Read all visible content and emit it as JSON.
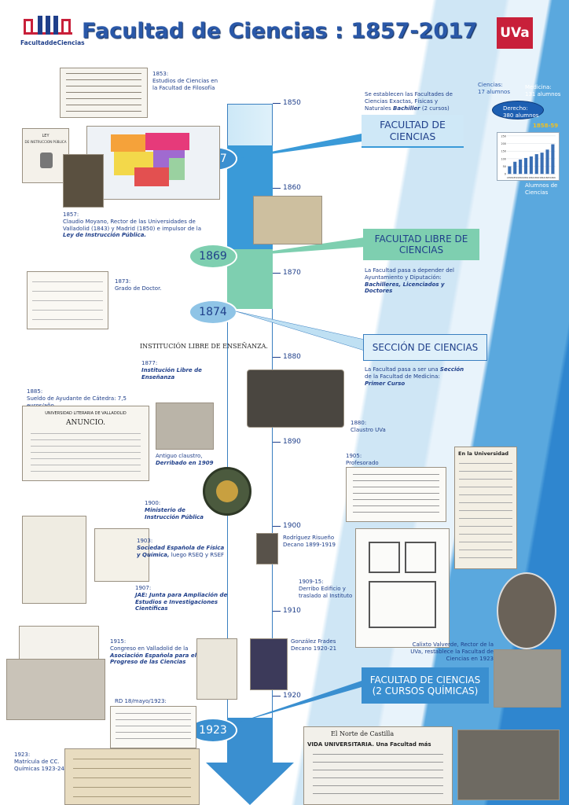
{
  "header": {
    "logo_text": "FacultaddeCiencias",
    "title": "Facultad de Ciencias : 1857-2017",
    "uva_logo": "UVa"
  },
  "timeline": {
    "years": [
      "1850",
      "1860",
      "1870",
      "1880",
      "1890",
      "1900",
      "1910",
      "1920"
    ],
    "milestones": [
      "1857",
      "1869",
      "1874",
      "1923"
    ]
  },
  "boxes": {
    "facultad_ciencias": "FACULTAD DE CIENCIAS",
    "facultad_libre": "FACULTAD LIBRE DE CIENCIAS",
    "seccion": "SECCIÓN DE CIENCIAS",
    "facultad_quimicas_1": "FACULTAD DE CIENCIAS",
    "facultad_quimicas_2": "(2 CURSOS QUÍMICAS)"
  },
  "stats": {
    "ciencias_label": "Ciencias:",
    "ciencias_value": "17 alumnos",
    "medicina_label": "Medicina:",
    "medicina_value": "131 alumnos",
    "derecho_label": "Derecho:",
    "derecho_value": "380 alumnos",
    "period": "1858-59",
    "chart_caption_1": "Alumnos de",
    "chart_caption_2": "Ciencias"
  },
  "chart_data": {
    "type": "bar",
    "categories": [
      "1858",
      "1859",
      "1860",
      "1861",
      "1862",
      "1863",
      "1864",
      "1865",
      "1866"
    ],
    "values": [
      50,
      80,
      95,
      105,
      115,
      130,
      140,
      160,
      195
    ],
    "ylim": [
      0,
      250
    ],
    "ytick_labels": [
      "0",
      "50",
      "100",
      "150",
      "200",
      "250"
    ]
  },
  "events": {
    "e1853_year": "1853:",
    "e1853_text": "Estudios de Ciencias en la Facultad de Filosofía",
    "e1850_right_1": "Se establecen las Facultades de Ciencias Exactas, Físicas y Naturales",
    "e1850_right_2": "Bachiller",
    "e1850_right_3": "(2 cursos)",
    "e1857_year": "1857:",
    "e1857_text_1": "Claudio Moyano, Rector de las Universidades de Valladolid (1843) y Madrid (1850) e impulsor de la",
    "e1857_text_2": "Ley de Instrucción Pública.",
    "e1869_right_1": "La Facultad pasa a depender del Ayuntamiento y Diputación:",
    "e1869_right_2": "Bachilleres, Licenciados y Doctores",
    "e1873_year": "1873:",
    "e1873_text": "Grado de Doctor.",
    "e1877_year": "1877:",
    "e1877_text": "Institución Libre de Enseñanza",
    "ile_heading": "INSTITUCIÓN LIBRE DE ENSEÑANZA.",
    "e1874_right_1": "La Facultad pasa a ser una",
    "e1874_right_2": "Sección",
    "e1874_right_3": "de la Facultad de Medicina:",
    "e1874_right_4": "Primer Curso",
    "e1880_text": "1880:",
    "e1880_text_2": "Claustro UVa",
    "e1885_year": "1885:",
    "e1885_text": "Sueldo de Ayudante de Cátedra: 7,5 euros/año",
    "anuncio_heading": "UNIVERSIDAD LITERARIA DE VALLADOLID",
    "anuncio_word": "ANUNCIO.",
    "claustro_1": "Antiguo claustro,",
    "claustro_2": "Derribado en 1909",
    "e1900_year": "1900:",
    "e1900_text": "Ministerio de Instrucción Pública",
    "e1903_year": "1903:",
    "e1903_text_1": "Sociedad Española de Física y Química,",
    "e1903_text_2": "luego RSEQ y RSEF",
    "e1905_year": "1905:",
    "e1905_text": "Profesorado",
    "rodriguez_1": "Rodríguez Risueño",
    "rodriguez_2": "Decano 1899-1919",
    "e1909_year": "1909-15:",
    "e1909_text": "Derribo Edificio y traslado al Instituto",
    "e1907_year": "1907:",
    "e1907_text": "JAE: Junta para Ampliación de Estudios e Investigaciones Científicas",
    "e1915_year": "1915:",
    "e1915_text_1": "Congreso en Valladolid de la",
    "e1915_text_2": "Asociación Española para el Progreso de las Ciencias",
    "gonzalez_1": "González Frades",
    "gonzalez_2": "Decano 1920-21",
    "calixto": "Calixto Valverde, Rector de la UVa, restablece la Facultad de Ciencias en 1923",
    "rd": "RD 18/mayo/1923:",
    "e1923_year": "1923:",
    "e1923_text": "Matrícula de CC. Químicas 1923-24",
    "newspaper_title": "El Norte de Castilla",
    "newspaper_headline": "VIDA UNIVERSITARIA. Una Facultad más",
    "clipping_title": "En la Universidad",
    "ley_title": "LEY",
    "ley_sub": "DE INSTRUCCION PÚBLICA"
  }
}
